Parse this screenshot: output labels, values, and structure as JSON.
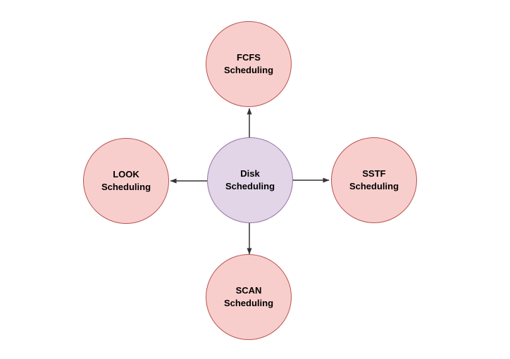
{
  "canvas": {
    "background": "#ffffff"
  },
  "nodes": {
    "center": {
      "id": "disk-scheduling",
      "label": "Disk\nScheduling",
      "fill": "#e1d5e7",
      "stroke": "#9673a6",
      "text_color": "#000000"
    },
    "top": {
      "id": "fcfs-scheduling",
      "label": "FCFS\nScheduling",
      "fill": "#f8cecc",
      "stroke": "#b85450",
      "text_color": "#000000"
    },
    "right": {
      "id": "sstf-scheduling",
      "label": "SSTF\nScheduling",
      "fill": "#f8cecc",
      "stroke": "#b85450",
      "text_color": "#000000"
    },
    "bottom": {
      "id": "scan-scheduling",
      "label": "SCAN\nScheduling",
      "fill": "#f8cecc",
      "stroke": "#b85450",
      "text_color": "#000000"
    },
    "left": {
      "id": "look-scheduling",
      "label": "LOOK\nScheduling",
      "fill": "#f8cecc",
      "stroke": "#b85450",
      "text_color": "#000000"
    }
  },
  "edges": {
    "color": "#333333",
    "arrowhead": "filled-triangle",
    "items": [
      {
        "from": "disk-scheduling",
        "to": "fcfs-scheduling",
        "direction": "up"
      },
      {
        "from": "disk-scheduling",
        "to": "sstf-scheduling",
        "direction": "right"
      },
      {
        "from": "disk-scheduling",
        "to": "scan-scheduling",
        "direction": "down"
      },
      {
        "from": "disk-scheduling",
        "to": "look-scheduling",
        "direction": "left"
      }
    ]
  }
}
